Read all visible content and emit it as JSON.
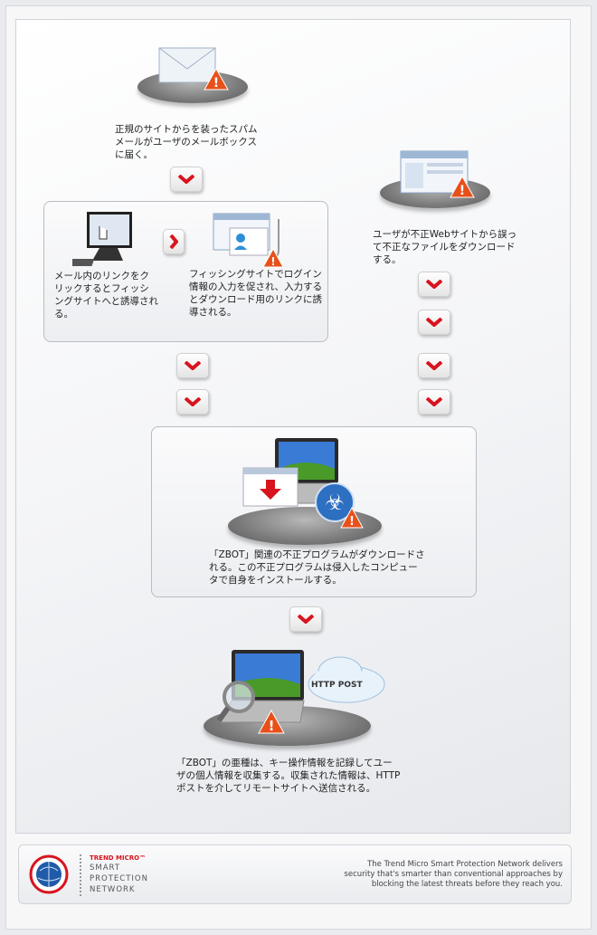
{
  "steps": {
    "spam": "正規のサイトからを装ったスパムメールがユーザのメールボックスに届く。",
    "click_link": "メール内のリンクをクリックするとフィッシングサイトへと誘導される。",
    "phishing": "フィッシングサイトでログイン情報の入力を促され、入力するとダウンロード用のリンクに誘導される。",
    "web": "ユーザが不正Webサイトから誤って不正なファイルをダウンロードする。",
    "download": "「ZBOT」関連の不正プログラムがダウンロードされる。この不正プログラムは侵入したコンピュータで自身をインストールする。",
    "steal": "「ZBOT」の亜種は、キー操作情報を記録してユーザの個人情報を収集する。収集された情報は、HTTPポストを介してリモートサイトへ送信される。"
  },
  "cloud_label": "HTTP POST",
  "footer": {
    "brand": "TREND MICRO™",
    "line1": "SMART",
    "line2": "PROTECTION",
    "line3": "NETWORK",
    "tagline": "The Trend Micro Smart Protection Network delivers security that's smarter than conventional approaches by blocking the latest threats before they reach you."
  },
  "colors": {
    "accent": "#d7141e",
    "warning": "#e8501a"
  }
}
